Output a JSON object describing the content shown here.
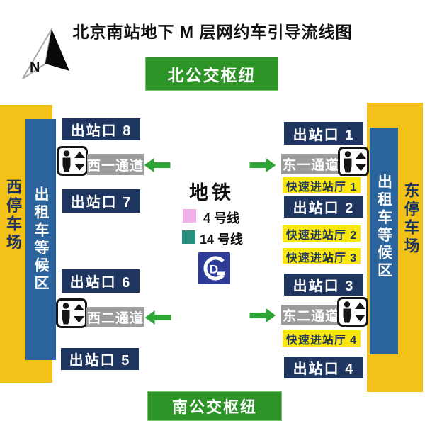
{
  "title": "北京南站地下 M 层网约车引导流线图",
  "compass": {
    "label": "N"
  },
  "hubs": {
    "north": "北公交枢纽",
    "south": "南公交枢纽"
  },
  "west": {
    "parking": "西停车场",
    "taxi": "出租车等候区",
    "exit8": "出站口 8",
    "exit7": "出站口 7",
    "exit6": "出站口 6",
    "exit5": "出站口 5",
    "channel1": "西一通道",
    "channel2": "西二通道"
  },
  "east": {
    "parking": "东停车场",
    "taxi": "出租车等候区",
    "exit1": "出站口 1",
    "exit2": "出站口 2",
    "exit3": "出站口 3",
    "exit4": "出站口 4",
    "channel1": "东一通道",
    "channel2": "东二通道",
    "hall1": "快速进站厅 1",
    "hall2": "快速进站厅 2",
    "hall3": "快速进站厅 3",
    "hall4": "快速进站厅 4"
  },
  "metro": {
    "title": "地铁",
    "line4": "4 号线",
    "line14": "14 号线",
    "logo_letter": "D"
  },
  "colors": {
    "hub_green": "#2D9428",
    "arrow_green": "#2FA437",
    "parking_yellow": "#F2C218",
    "taxi_blue": "#2B649C",
    "exit_navy": "#1E3560",
    "channel_gray": "#9C9C9C",
    "hall_yellow": "#F8E60D",
    "line4_pink": "#F1B2EC",
    "line14_teal": "#27907E",
    "metro_logo_blue": "#2B3B96"
  }
}
